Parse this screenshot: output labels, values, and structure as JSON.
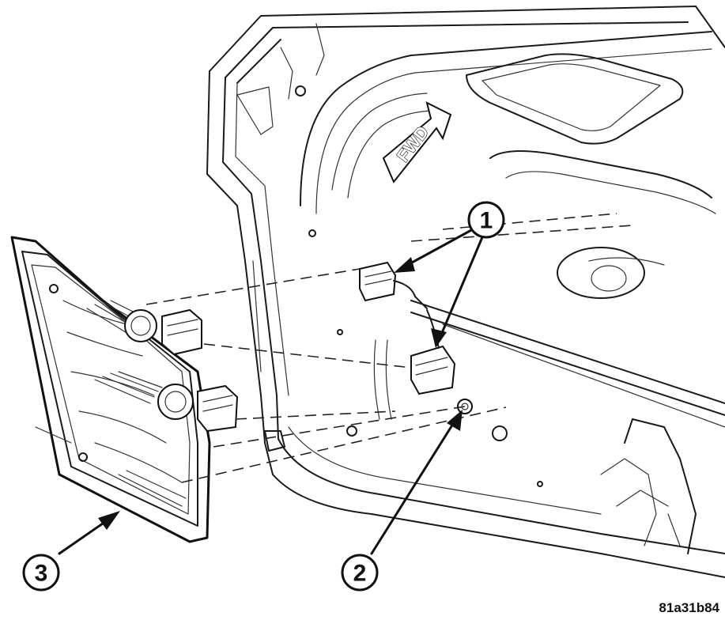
{
  "callouts": [
    {
      "id": "callout-1",
      "label": "1"
    },
    {
      "id": "callout-2",
      "label": "2"
    },
    {
      "id": "callout-3",
      "label": "3"
    }
  ],
  "direction_label": "FWD",
  "figure_id": "81a31b84"
}
